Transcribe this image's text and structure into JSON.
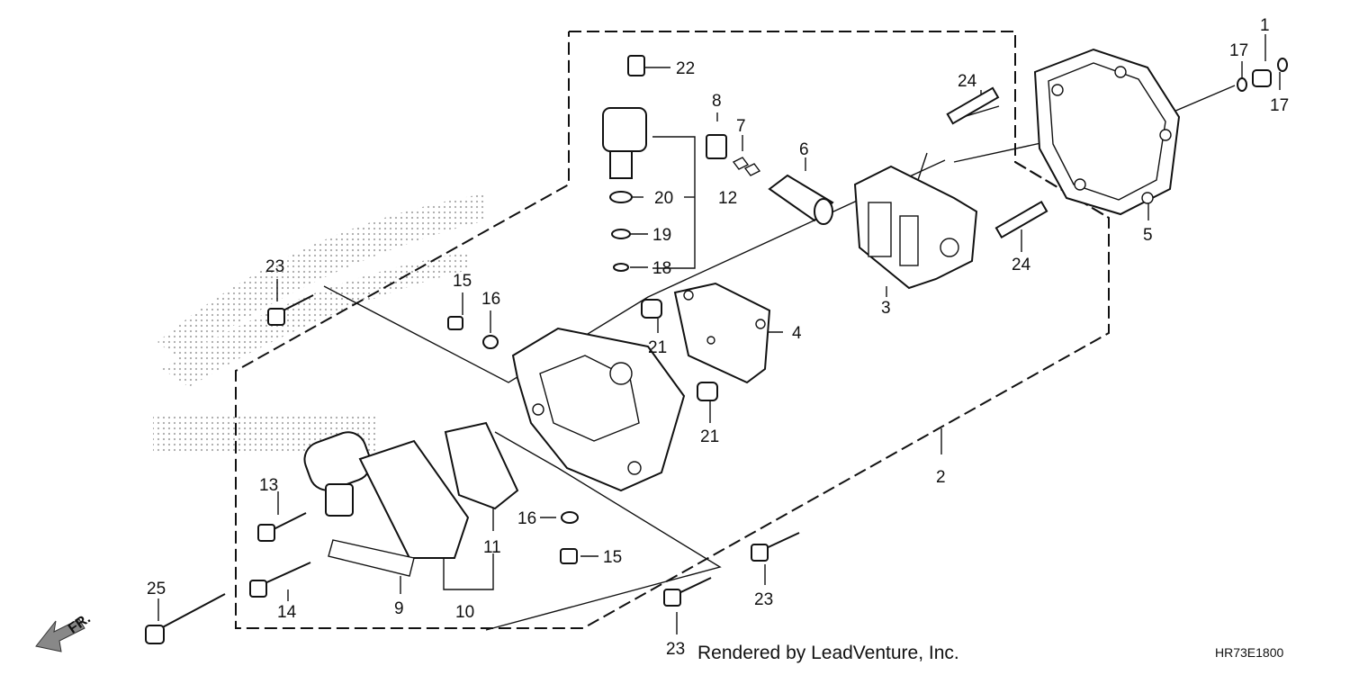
{
  "diagram": {
    "part_labels": [
      "1",
      "2",
      "3",
      "4",
      "5",
      "6",
      "7",
      "8",
      "9",
      "10",
      "11",
      "12",
      "13",
      "14",
      "15",
      "16",
      "17",
      "18",
      "19",
      "20",
      "21",
      "22",
      "23",
      "24",
      "25"
    ],
    "front_marker": "FR.",
    "credit": "Rendered by LeadVenture, Inc.",
    "diagram_code": "HR73E1800"
  },
  "labels": {
    "l1": "1",
    "l2": "2",
    "l3": "3",
    "l4": "4",
    "l5": "5",
    "l6": "6",
    "l7": "7",
    "l8": "8",
    "l9": "9",
    "l10": "10",
    "l11": "11",
    "l12": "12",
    "l13": "13",
    "l14": "14",
    "l15a": "15",
    "l15b": "15",
    "l16a": "16",
    "l16b": "16",
    "l17a": "17",
    "l17b": "17",
    "l18": "18",
    "l19": "19",
    "l20": "20",
    "l21a": "21",
    "l21b": "21",
    "l22": "22",
    "l23a": "23",
    "l23b": "23",
    "l23c": "23",
    "l24a": "24",
    "l24b": "24",
    "l25": "25"
  }
}
